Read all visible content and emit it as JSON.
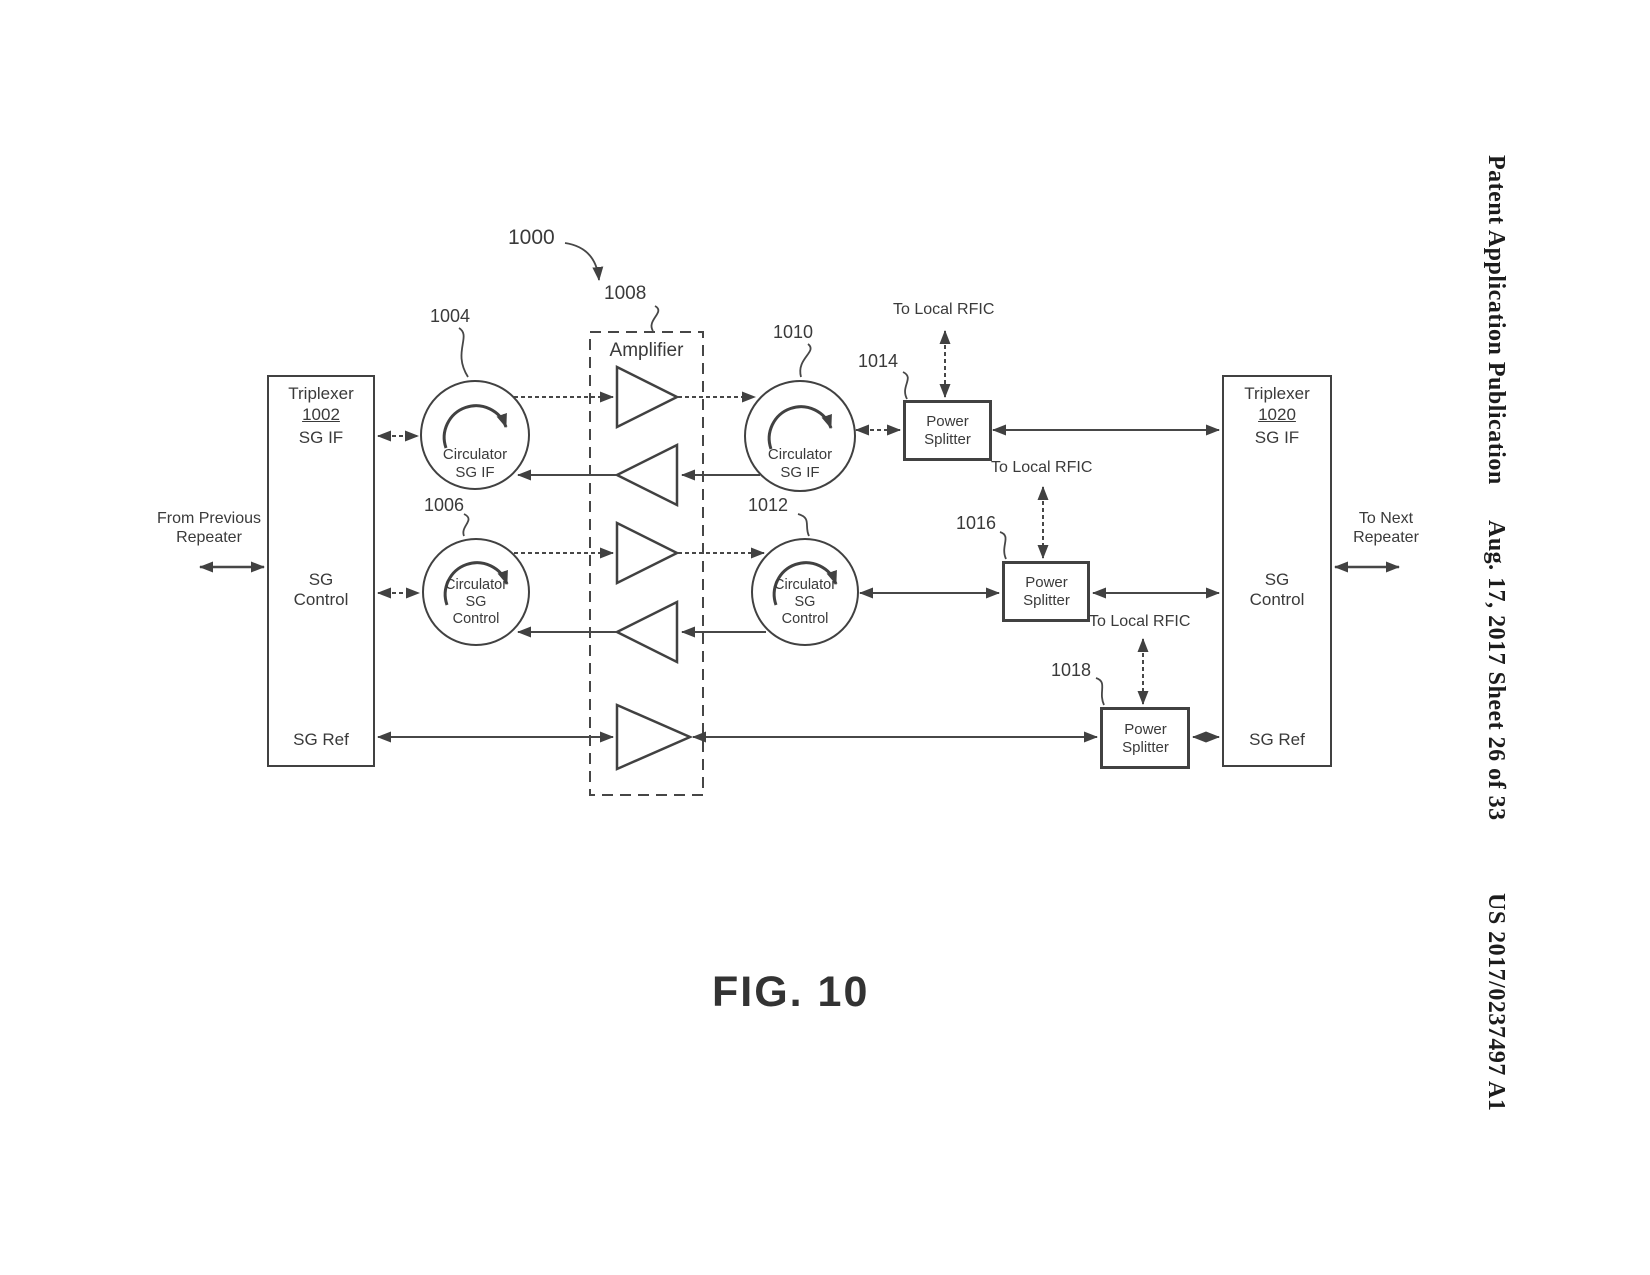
{
  "header": {
    "publication": "Patent Application Publication",
    "date_sheet": "Aug. 17, 2017   Sheet 26 of 33",
    "doc_number": "US 2017/0237497 A1"
  },
  "figure": {
    "caption": "FIG. 10",
    "diagram_ref": "1000"
  },
  "blocks": {
    "triplexer_left": {
      "title": "Triplexer",
      "ref": "1002",
      "port_if": "SG IF",
      "port_control": "SG Control",
      "port_ref": "SG Ref"
    },
    "triplexer_right": {
      "title": "Triplexer",
      "ref": "1020",
      "port_if": "SG IF",
      "port_control": "SG Control",
      "port_ref": "SG Ref"
    },
    "amplifier": {
      "label": "Amplifier",
      "ref": "1008"
    },
    "circulator_if_left": {
      "label": "Circulator SG IF",
      "ref": "1004"
    },
    "circulator_control_left": {
      "label": "Circulator SG Control",
      "ref": "1006"
    },
    "circulator_if_right": {
      "label": "Circulator SG IF",
      "ref": "1010"
    },
    "circulator_control_right": {
      "label": "Circulator SG Control",
      "ref": "1012"
    },
    "power_splitter_if": {
      "label": "Power Splitter",
      "ref": "1014"
    },
    "power_splitter_control": {
      "label": "Power Splitter",
      "ref": "1016"
    },
    "power_splitter_ref": {
      "label": "Power Splitter",
      "ref": "1018"
    }
  },
  "annotations": {
    "to_local_rfic": "To Local RFIC",
    "from_previous_repeater": "From Previous Repeater",
    "to_next_repeater": "To Next Repeater"
  },
  "style": {
    "ink_color": "#3c3c3c",
    "background_color": "#ffffff"
  }
}
